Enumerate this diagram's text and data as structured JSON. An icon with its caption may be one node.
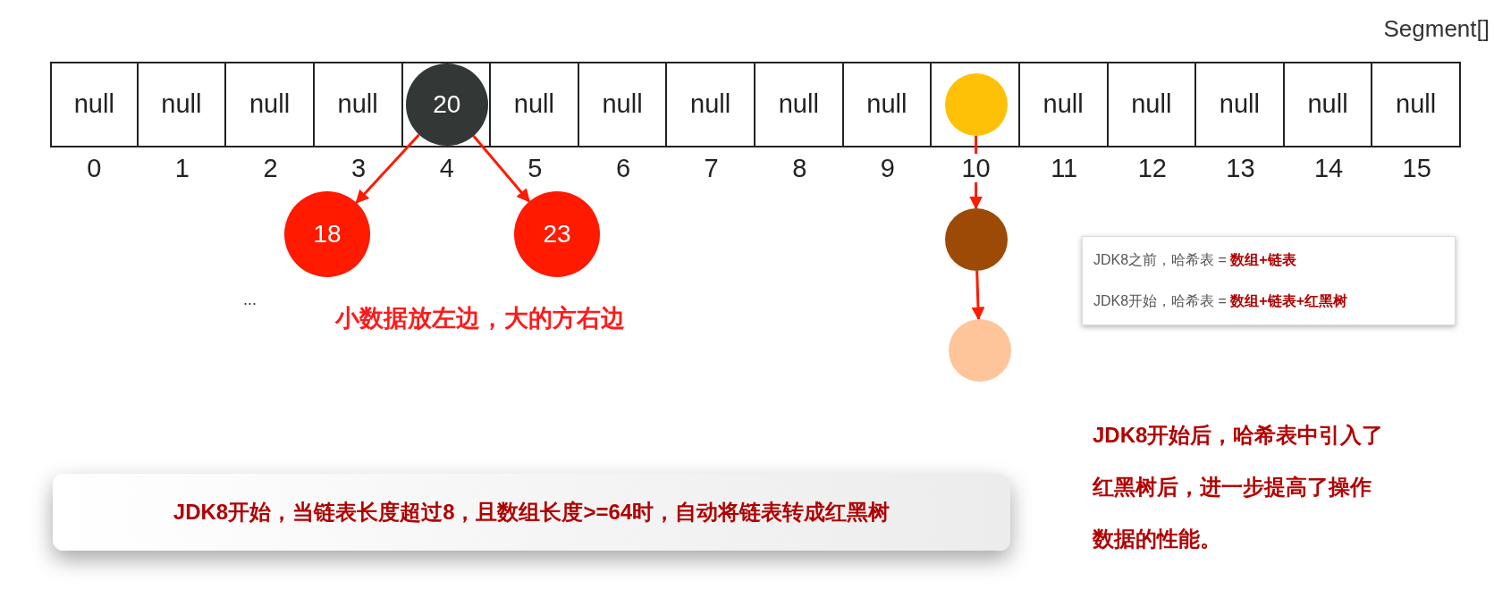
{
  "diagram": {
    "nodes": [
      {
        "text": [
          "Segment[]"
        ]
      },
      {
        "text": [
          "null"
        ],
        "in": 0
      },
      {
        "text": [
          "null"
        ],
        "in": 0
      },
      {
        "text": [
          "null"
        ],
        "in": 0
      },
      {
        "text": [
          "null"
        ],
        "in": 0
      },
      {
        "text": [],
        "shape": "box",
        "in": 0
      },
      {
        "text": [
          "null"
        ],
        "in": 0
      },
      {
        "text": [
          "null"
        ],
        "in": 0
      },
      {
        "text": [
          "null"
        ],
        "in": 0
      },
      {
        "text": [
          "null"
        ],
        "in": 0
      },
      {
        "text": [
          "null"
        ],
        "in": 0
      },
      {
        "text": [],
        "shape": "box",
        "in": 0
      },
      {
        "text": [
          "null"
        ],
        "in": 0
      },
      {
        "text": [
          "null"
        ],
        "in": 0
      },
      {
        "text": [
          "null"
        ],
        "in": 0
      },
      {
        "text": [
          "null"
        ],
        "in": 0
      },
      {
        "text": [
          "null"
        ],
        "in": 0
      },
      {
        "text": [
          "20"
        ],
        "in": 5
      },
      {
        "text": [
          "18"
        ]
      },
      {
        "text": [
          "23"
        ]
      },
      {
        "text": [],
        "shape": "circle",
        "in": 11
      },
      {
        "text": [],
        "shape": "circle"
      },
      {
        "text": [],
        "shape": "circle"
      },
      {
        "text": [
          "JDK8之前，哈希表 = **数组+链表**",
          "JDK8开始，哈希表 = **数组+链表+红黑树**"
        ]
      },
      {
        "text": [
          "JDK8开始，当链表长度超过8，且数组长度>=64时，自动将链表转成红黑树"
        ]
      }
    ],
    "edges": [
      {
        "from": 17,
        "to": 18,
        "arrow": "to"
      },
      {
        "from": 17,
        "to": 19,
        "arrow": "to"
      },
      {
        "from": 20,
        "to": 21,
        "arrow": "to"
      },
      {
        "from": 21,
        "to": 22,
        "arrow": "to"
      }
    ],
    "labels": [
      "0",
      "1",
      "2",
      "3",
      "4",
      "5",
      "6",
      "7",
      "8",
      "9",
      "10",
      "11",
      "12",
      "13",
      "14",
      "15",
      "...",
      "小数据放左边，大的方右边",
      "JDK8开始后，哈希表中引入了红黑树后，进一步提高了操作数据的性能。"
    ]
  }
}
